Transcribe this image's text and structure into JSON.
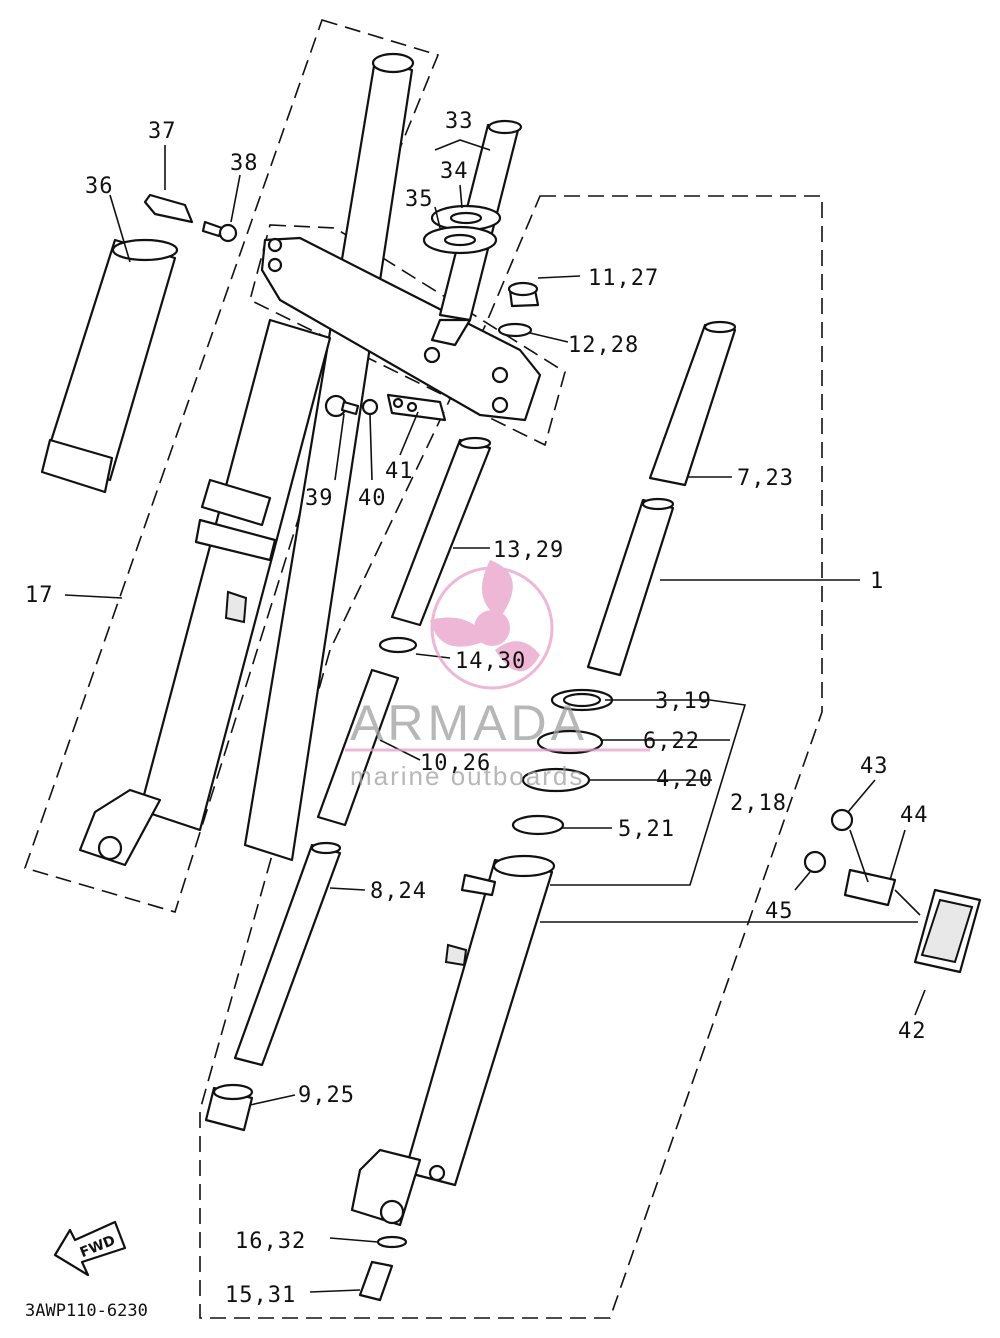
{
  "diagram": {
    "ref_code": "3AWP110-6230",
    "fwd_label": "FWD",
    "watermark": {
      "brand": "ARMADA",
      "tagline": "marine outboards",
      "color": "#e8a0c8"
    },
    "callouts": {
      "c1": "1",
      "c2_18": "2,18",
      "c3_19": "3,19",
      "c4_20": "4,20",
      "c5_21": "5,21",
      "c6_22": "6,22",
      "c7_23": "7,23",
      "c8_24": "8,24",
      "c9_25": "9,25",
      "c10_26": "10,26",
      "c11_27": "11,27",
      "c12_28": "12,28",
      "c13_29": "13,29",
      "c14_30": "14,30",
      "c15_31": "15,31",
      "c16_32": "16,32",
      "c17": "17",
      "c33": "33",
      "c34": "34",
      "c35": "35",
      "c36": "36",
      "c37": "37",
      "c38": "38",
      "c39": "39",
      "c40": "40",
      "c41": "41",
      "c42": "42",
      "c43": "43",
      "c44": "44",
      "c45": "45"
    }
  }
}
